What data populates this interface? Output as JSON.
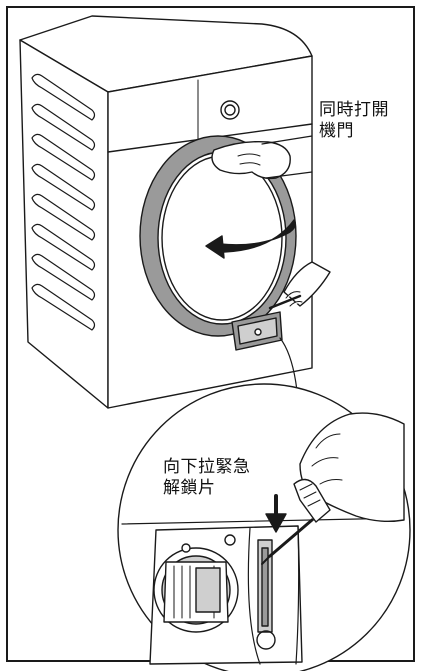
{
  "captions": {
    "open_door": "同時打開\n機門",
    "pull_release": "向下拉緊急\n解鎖片"
  },
  "icons": [
    "washing-machine",
    "hand",
    "rotate-arrow",
    "screwdriver",
    "down-arrow",
    "pump-filter"
  ],
  "colors": {
    "line": "#1a1a1a",
    "door_gray": "#9a9a9a",
    "shadow": "#cfcfcf"
  }
}
